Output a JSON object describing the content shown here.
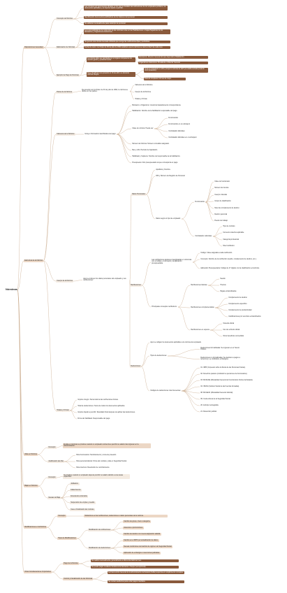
{
  "root": "Nóminas",
  "sections": [
    {
      "label": "Disposiciones Generales"
    },
    {
      "label": "Estructura de la Nómina"
    },
    {
      "label": "Altas en Nómina"
    },
    {
      "label": "Bajas en Nómina"
    },
    {
      "label": "Modificaciones en la Nómina"
    },
    {
      "label": "Otras Consideraciones Importantes"
    }
  ],
  "disposiciones": {
    "concepto": {
      "label": "Concepto de Nómina",
      "items": [
        "Las nóminas son documentos oficiales en los que se detallan las retribuciones de los empleados públicos, los descuentos aplicables y el importe líquido a percibir.",
        "Identificación documentos justificativos de los haberes del personal.",
        "Se elaboran mensualmente para cada tipo de personal."
      ]
    },
    "elaboracion": {
      "label": "Elaboración de Nóminas",
      "items": [
        "La responsabilidad de la confección de las nóminas recae en las Habilitaciones o Cajas Pagadoras de los Ministerios y Organismos Autónomos.",
        "Se genera una nómina mensual ordinaria que recoge las retribuciones fijas y periódicas.",
        "Fecha de cierre: La Orden de 30 de julio de 1992 establece que la nómina se cierra el día 5 de cada mes."
      ]
    },
    "pago": {
      "label": "Ejemplo de Pago de Nóminas",
      "items": [
        "La nómina debe ser aprobada por el órgano competente del servicio gestor y posteriormente:",
        "Si se fiscalizara una posesión el 16 de abril, se abonaría nómina íntegra."
      ],
      "sub": [
        "Ministerios: Director General del que dependa la Habilitación.",
        "Organismos Autónomos: Presidente o Director General.",
        "Si lleva trasladado en abril, porque la nómina de abril ya estaba cerrada (cuando tomó posesión).",
        "Deberá completar mil mes de mayo."
      ]
    }
  },
  "estructura": {
    "partes": {
      "label": "Partes de la Nómina",
      "intro": "De acuerdo con la Orden de 30 de julio de 1992, la nómina se divide en tres partes:",
      "items": [
        "Cabecera de la Nómina",
        "Cuerpo de la Nómina",
        "Totales y Firmas"
      ]
    },
    "cabecera": {
      "label": "Cabecera de la Nómina",
      "intro": "Incluye información identificativa del pago:",
      "items": [
        "Ministerio u Organismo: Literal del departamento correspondiente.",
        "Habilitación: Nombre de la habilitación responsable del pago."
      ],
      "clase_label": "Clase de nómina: Puede ser:",
      "clases": [
        "Funcionarios",
        "Funcionarios en el extranjero",
        "Contratados laborales",
        "Contratados laborales en el extranjero"
      ],
      "more": [
        "Número de Nómina: Número correlativo asignado.",
        "Mes y Año: Periodo de liquidación.",
        "Habilitado y Suplente: Nombre del responsable de la habilitación.",
        "Presupuesto: Año presupuestario al que corresponde el pago."
      ]
    },
    "cuerpo": {
      "label": "Cuerpo de la Nómina",
      "intro": "Aquí se incluyen los datos personales del empleado y sus retribuciones.",
      "datos": {
        "label": "Datos Personales",
        "items": [
          "Apellidos y Nombre",
          "DNI y Número de Registro de Personal"
        ],
        "tipo": "Datos según el tipo de empleado:",
        "func_label": "Funcionarios",
        "func": [
          "Clave de funcionario",
          "Número de trienios",
          "Cuerpo o Escala",
          "Grupo de clasificación",
          "Nivel de complemento de destino",
          "Destino personal",
          "Puesto de trabajo"
        ],
        "lab_label": "Contratados Laborales",
        "lab": [
          "Tipo de contrato",
          "Convenio colectivo aplicable",
          "Categoría profesional",
          "Nivel retributivo"
        ]
      },
      "retrib": {
        "label": "Retribuciones",
        "intro": "Las retribuciones aparecen desglosadas en columnas con el código, el concepto y la aplicación presupuestaria.",
        "codes": [
          "Código: Clave asignada a cada retribución.",
          "Concepto: Nombre de la retribución (sueldo, complemento de destino, etc.).",
          "Aplicación Presupuestaria: Código de 17 dígitos con la clasificación económica."
        ],
        "principales": "Principales conceptos retributivos:",
        "basicas_label": "Retribuciones básicas",
        "basicas": [
          "Sueldo",
          "Trienios",
          "Pagas extraordinarias"
        ],
        "compl_label": "Retribuciones complementarias",
        "compl": [
          "Complemento de destino",
          "Complemento específico",
          "Complemento de productividad",
          "Gratificaciones por servicios extraordinarios"
        ],
        "especie_label": "Retribuciones en especie",
        "especie": [
          "Vivienda oficial",
          "Uso de vehículo oficial",
          "Otros beneficios concedidos"
        ]
      },
      "deduc": {
        "label": "Deducciones",
        "intro": "Aquí se reflejan los descuentos aplicables a la nómina del empleado.",
        "tipos_label": "Tipos de deducciones:",
        "tipos": [
          "Deducciones formalizadas: Se ingresan en el Tesoro Público.",
          "Deducciones no formalizadas: Se destinan a pagos a terceros (p. ej. sindicatos, embargos)."
        ],
        "codigos_label": "Códigos de deducciones más frecuentes:",
        "codigos": [
          "01. IRPF (Impuesto sobre la Renta de las Personas Físicas).",
          "02. Derechos pasivos (cotización a pensiones de funcionarios).",
          "03. MUFACE (Mutualidad General de Funcionarios Civiles del Estado).",
          "04. ISFAS (Instituto Social de las Fuerzas Armadas).",
          "08. MUGEJU (Mutualidad General Judicial).",
          "09. Cuota obrera de la Seguridad Social.",
          "20. Anticipo reintegrable.",
          "21. Retención judicial."
        ]
      }
    },
    "totales": {
      "label": "Totales y Firmas",
      "items": [
        "Importe íntegro: Suma total de las retribuciones brutas.",
        "Total de deducciones: Suma de todos los descuentos aplicados.",
        "Importe líquido a percibir: Resultado final después de aplicar las deducciones.",
        "Firma del habilitado: Responsable del pago."
      ]
    }
  },
  "altas": {
    "concepto_label": "Concepto",
    "concepto": "El alta en nóminas se produce cuando un empleado comienza a percibir su salario tras ingresar en la Administración.",
    "just_label": "Justificación del Alta",
    "just": [
      "Para funcionarios: Nombramiento y toma de posesión.",
      "Para personal laboral: Firma del contrato y alta en Seguridad Social.",
      "Para interinos: Resolución de nombramiento."
    ]
  },
  "bajas": {
    "concepto_label": "Concepto",
    "concepto": "Se produce cuando un empleado deja de percibir su salario debido a una causa específica.",
    "causas_label": "Causas de Baja",
    "causas": [
      "Jubilación.",
      "Fallecimiento.",
      "Excedencia voluntaria.",
      "Suspensión de empleo y sueldo.",
      "Cese o finalización del contrato."
    ]
  },
  "modif": {
    "concepto_label": "Concepto",
    "concepto": "Variaciones en las retribuciones, deducciones o datos personales de la nómina.",
    "tipo_label": "Tipos de Modificaciones",
    "retrib_label": "Modificación de retribuciones",
    "retrib": [
      "Cambio de grupo, nivel o categoría.",
      "Ascensos o promociones.",
      "Cambio de destino con nueva asignación salarial."
    ],
    "deduc_label": "Modificación de deducciones",
    "deduc": [
      "Cambio en el IRPF por actualización de datos.",
      "Nuevas condiciones del cambio de régimen de Seguridad Social.",
      "Aplicación de embargos o retenciones judiciales."
    ]
  },
  "otras": {
    "pago_label": "Pago de la Nómina",
    "pago": [
      "Su realiza mensualmente, generalmente a último día hábil del mes.",
      "Se puede pagar mediante transferencia bancaria o cheque (excepcional)."
    ],
    "control_label": "Control y Fiscalización de las Nóminas",
    "control": [
      "La Intervención General de la Administración del Estado (IGAE) supervisa el cumplimiento normativo.",
      "Se revisan auditorías para evitar pagos indebidos."
    ]
  },
  "colors": {
    "line": "#c9a98c",
    "dark": "#8a5a3c",
    "node": "#efe2d5"
  }
}
